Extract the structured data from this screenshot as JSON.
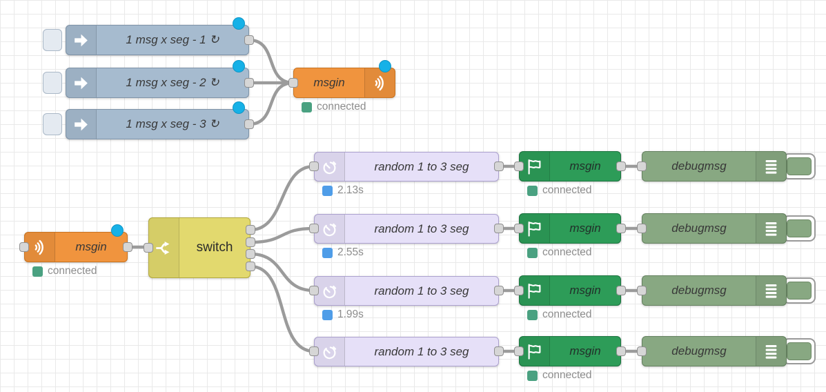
{
  "app": {
    "name": "Node-RED flow canvas"
  },
  "colors": {
    "inject_node": "#a6bbcf",
    "mqtt_orange_node": "#f0943e",
    "switch_node": "#e2d96e",
    "delay_node": "#e6e0f8",
    "mqtt_green_node": "#2d9c58",
    "debug_node": "#88a882",
    "status_connected_dot": "#4aa181",
    "status_time_dot": "#4f9de8",
    "changed_marker": "#16b1e7",
    "wire": "#9b9b9b"
  },
  "icons": {
    "inject": "arrow-right-icon",
    "mqtt": "broadcast-icon",
    "switch": "fork-icon",
    "delay": "timer-icon",
    "mqtt_green": "flag-icon",
    "debug": "list-icon"
  },
  "injects": [
    {
      "label": "1 msg x seg - 1 ↻"
    },
    {
      "label": "1 msg x seg - 2 ↻"
    },
    {
      "label": "1 msg x seg - 3 ↻"
    }
  ],
  "broker_out": {
    "label": "msgin",
    "status": "connected"
  },
  "broker_in": {
    "label": "msgin",
    "status": "connected"
  },
  "switch_node": {
    "label": "switch"
  },
  "rows": [
    {
      "delay": {
        "label": "random 1 to 3 seg",
        "status": "2.13s"
      },
      "mqtt": {
        "label": "msgin",
        "status": "connected"
      },
      "debug": {
        "label": "debugmsg"
      }
    },
    {
      "delay": {
        "label": "random 1 to 3 seg",
        "status": "2.55s"
      },
      "mqtt": {
        "label": "msgin",
        "status": "connected"
      },
      "debug": {
        "label": "debugmsg"
      }
    },
    {
      "delay": {
        "label": "random 1 to 3 seg",
        "status": "1.99s"
      },
      "mqtt": {
        "label": "msgin",
        "status": "connected"
      },
      "debug": {
        "label": "debugmsg"
      }
    },
    {
      "delay": {
        "label": "random 1 to 3 seg"
      },
      "mqtt": {
        "label": "msgin",
        "status": "connected"
      },
      "debug": {
        "label": "debugmsg"
      }
    }
  ]
}
